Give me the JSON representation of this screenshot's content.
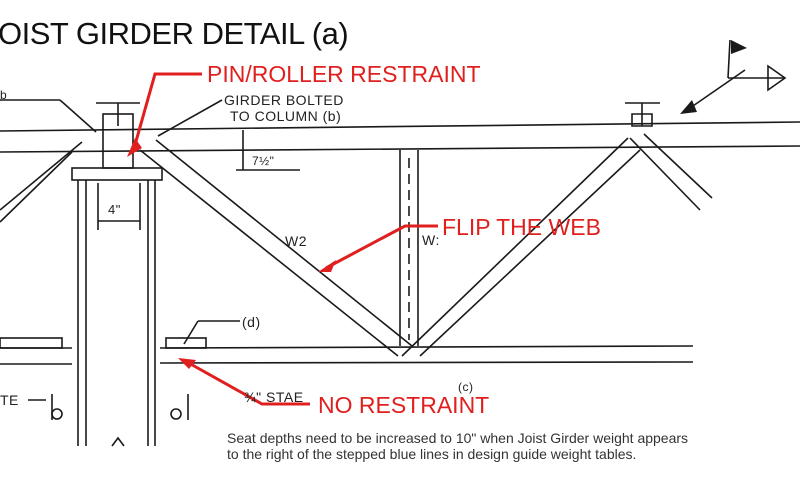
{
  "title": "OIST GIRDER DETAIL (a)",
  "annotations": {
    "pin_roller": "PIN/ROLLER RESTRAINT",
    "flip_web": "FLIP THE WEB",
    "no_restraint": "NO RESTRAINT"
  },
  "labels": {
    "girder_bolted_1": "GIRDER BOLTED",
    "girder_bolted_2": "TO COLUMN (b)",
    "dim_7_5": "7½\"",
    "dim_4": "4\"",
    "web_w2": "W2",
    "web_w_partial": "W:",
    "detail_d": "(d)",
    "stab_partial": "¾\" STAE",
    "te_partial": "TE",
    "detail_c_partial": "(c)",
    "top_left_partial": "b"
  },
  "note": {
    "line1": "Seat depths need to be increased to 10\" when Joist Girder weight appears",
    "line2": "to the right of the stepped blue lines in design guide weight tables."
  },
  "colors": {
    "annotation": "#e0201f",
    "drawing": "#1a1a1a"
  }
}
